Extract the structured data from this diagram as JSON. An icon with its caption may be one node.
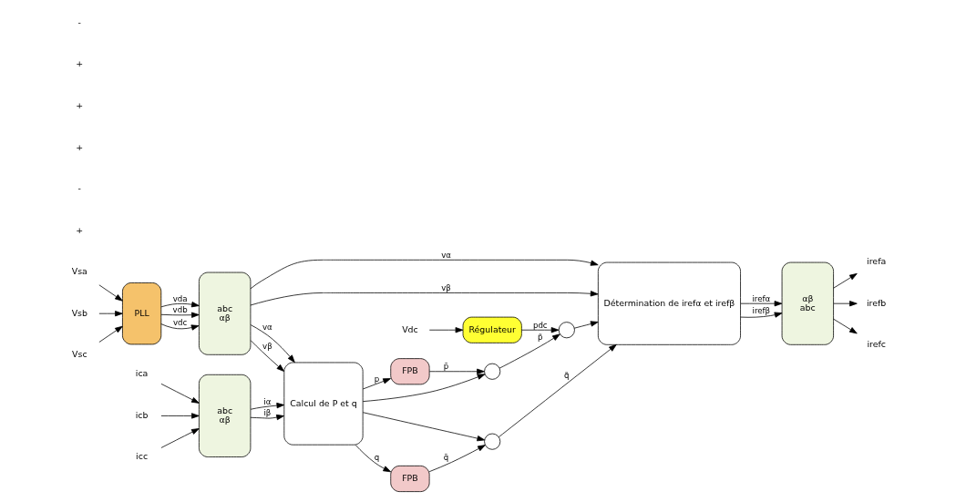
{
  "diagram": {
    "nodes": [
      {
        "text": [
          "abc",
          "αβ"
        ]
      },
      {
        "text": [
          "Calcul de P et q"
        ]
      },
      {
        "text": [
          "FPB"
        ]
      },
      {
        "text": [
          "FPB"
        ]
      },
      {
        "text": [],
        "shape": "circle"
      },
      {
        "text": [],
        "shape": "circle"
      },
      {
        "text": [],
        "shape": "circle"
      },
      {
        "text": [
          "Régulateur"
        ]
      },
      {
        "text": [
          "Détermination de irefα et irefβ"
        ]
      },
      {
        "text": [
          "αβ",
          "abc"
        ]
      },
      {
        "text": [
          "PLL"
        ]
      },
      {
        "text": [
          "abc",
          "αβ"
        ]
      },
      {
        "text": [
          "ica"
        ]
      },
      {
        "text": [
          "icb"
        ]
      },
      {
        "text": [
          "icc"
        ]
      },
      {
        "text": [
          "Vsa"
        ]
      },
      {
        "text": [
          "Vsb"
        ]
      },
      {
        "text": [
          "Vsc"
        ]
      },
      {
        "text": [
          "Vdc"
        ]
      },
      {
        "text": [
          "irefa"
        ]
      },
      {
        "text": [
          "irefb"
        ]
      },
      {
        "text": [
          "irefc"
        ]
      }
    ],
    "edges": [
      {
        "from": 12,
        "to": 0,
        "arrow": "to"
      },
      {
        "from": 13,
        "to": 0,
        "arrow": "to"
      },
      {
        "from": 14,
        "to": 0,
        "arrow": "to"
      },
      {
        "from": 0,
        "to": 1,
        "arrow": "to",
        "label": "iα"
      },
      {
        "from": 0,
        "to": 1,
        "arrow": "to",
        "label": "iβ"
      },
      {
        "from": 1,
        "to": 2,
        "arrow": "to",
        "label": "p"
      },
      {
        "from": 1,
        "to": 4,
        "arrow": "to"
      },
      {
        "from": 2,
        "to": 4,
        "arrow": "to",
        "label": "p̄"
      },
      {
        "from": 4,
        "to": 5,
        "arrow": "to",
        "label": "p̃"
      },
      {
        "from": 7,
        "to": 5,
        "arrow": "to",
        "label": "pdc"
      },
      {
        "from": 5,
        "to": 8,
        "arrow": "to"
      },
      {
        "from": 1,
        "to": 3,
        "arrow": "to",
        "label": "q"
      },
      {
        "from": 1,
        "to": 6,
        "arrow": "to"
      },
      {
        "from": 3,
        "to": 6,
        "arrow": "to",
        "label": "q̄"
      },
      {
        "from": 6,
        "to": 8,
        "arrow": "to",
        "label": "q̃"
      },
      {
        "from": 18,
        "to": 7,
        "arrow": "to"
      },
      {
        "from": 8,
        "to": 9,
        "arrow": "to",
        "label": "irefα"
      },
      {
        "from": 8,
        "to": 9,
        "arrow": "to",
        "label": "irefβ"
      },
      {
        "from": 9,
        "to": 19,
        "arrow": "to"
      },
      {
        "from": 9,
        "to": 20,
        "arrow": "to"
      },
      {
        "from": 9,
        "to": 21,
        "arrow": "to"
      },
      {
        "from": 15,
        "to": 10,
        "arrow": "to"
      },
      {
        "from": 16,
        "to": 10,
        "arrow": "to"
      },
      {
        "from": 17,
        "to": 10,
        "arrow": "to"
      },
      {
        "from": 10,
        "to": 11,
        "arrow": "to",
        "label": "vda"
      },
      {
        "from": 10,
        "to": 11,
        "arrow": "to",
        "label": "vdb"
      },
      {
        "from": 10,
        "to": 11,
        "arrow": "to",
        "label": "vdc"
      },
      {
        "from": 11,
        "to": 1,
        "arrow": "to",
        "label": "vα"
      },
      {
        "from": 11,
        "to": 1,
        "arrow": "to",
        "label": "vβ"
      },
      {
        "from": 11,
        "to": 8,
        "arrow": "to",
        "label": "vα"
      },
      {
        "from": 11,
        "to": 8,
        "arrow": "to",
        "label": "vβ"
      }
    ],
    "labels": [
      "+",
      "-",
      "+",
      "+",
      "+",
      "-"
    ]
  }
}
